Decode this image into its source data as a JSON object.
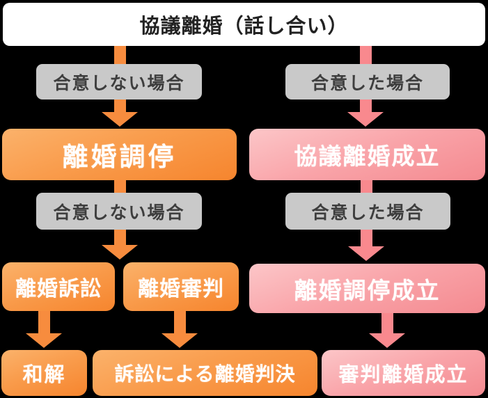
{
  "title": {
    "text": "協議離婚（話し合い）"
  },
  "labels": {
    "no_agreement_1": "合意しない場合",
    "agreement_1": "合意した場合",
    "no_agreement_2": "合意しない場合",
    "agreement_2": "合意した場合"
  },
  "nodes": {
    "mediation": "離婚調停",
    "kyogi_divorce_final": "協議離婚成立",
    "lawsuit": "離婚訴訟",
    "adjudication": "離婚審判",
    "mediation_divorce_final": "離婚調停成立",
    "settlement": "和解",
    "lawsuit_judgment": "訴訟による離婚判決",
    "adjudicated_divorce_final": "審判離婚成立"
  },
  "colors": {
    "background": "#000000",
    "title_box_bg": "#ffffff",
    "title_text": "#222222",
    "gray_label_bg": "#c9c9c9",
    "gray_label_text": "#3e3e3e",
    "orange_arrow": "#f78c3e",
    "orange_box_top": "#fbb26b",
    "orange_box_bottom": "#f6852e",
    "pink_arrow": "#f9898e",
    "pink_box_top": "#fcc6c8",
    "pink_box_bottom": "#f48a90",
    "node_text": "#ffffff"
  }
}
